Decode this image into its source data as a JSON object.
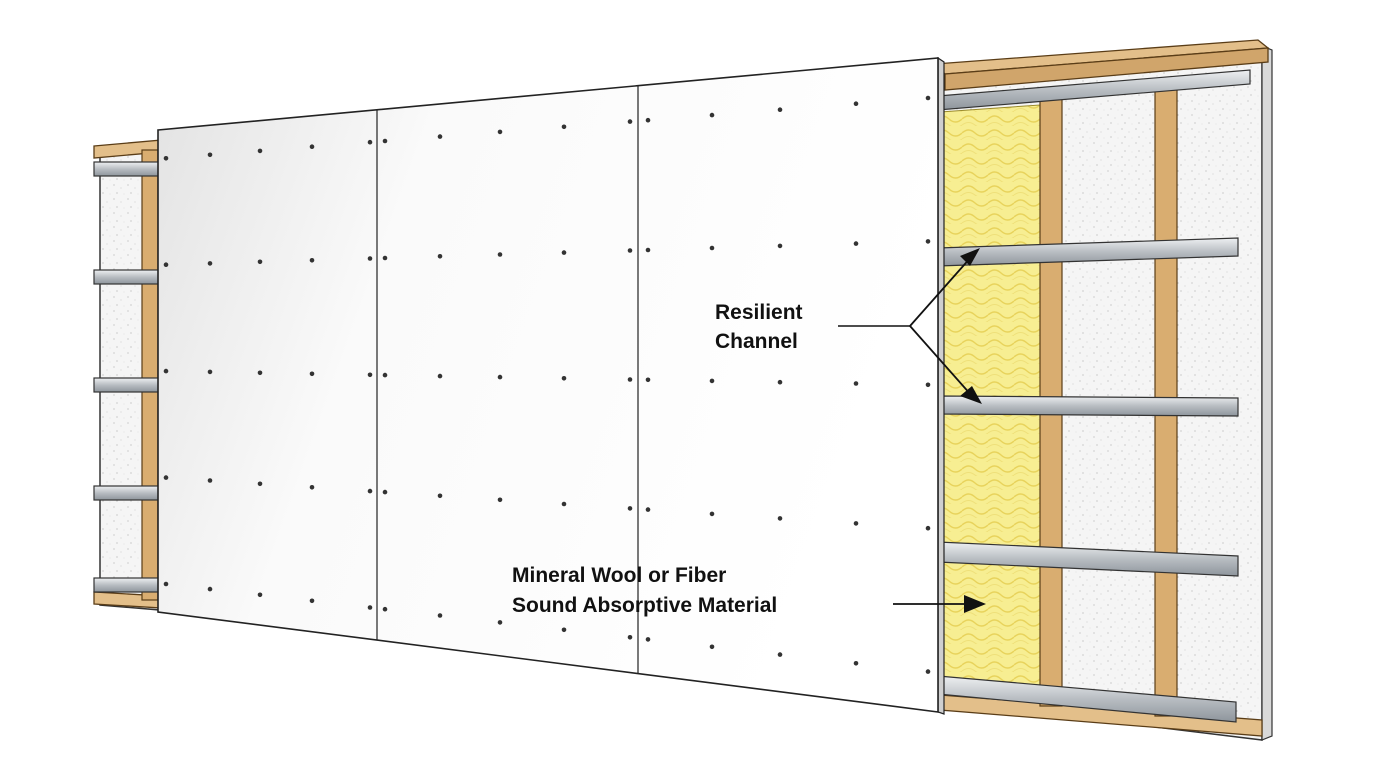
{
  "labels": {
    "resilient_line1": "Resilient",
    "resilient_line2": "Channel",
    "wool_line1": "Mineral Wool or Fiber",
    "wool_line2": "Sound Absorptive Material"
  },
  "colors": {
    "wood": "#e3bf8a",
    "wood_dark": "#b98e57",
    "insulation": "#f5ec8a",
    "channel": "#c9cdd1",
    "drywall": "#f3f3f3",
    "background_panel": "#f4f4f4"
  }
}
